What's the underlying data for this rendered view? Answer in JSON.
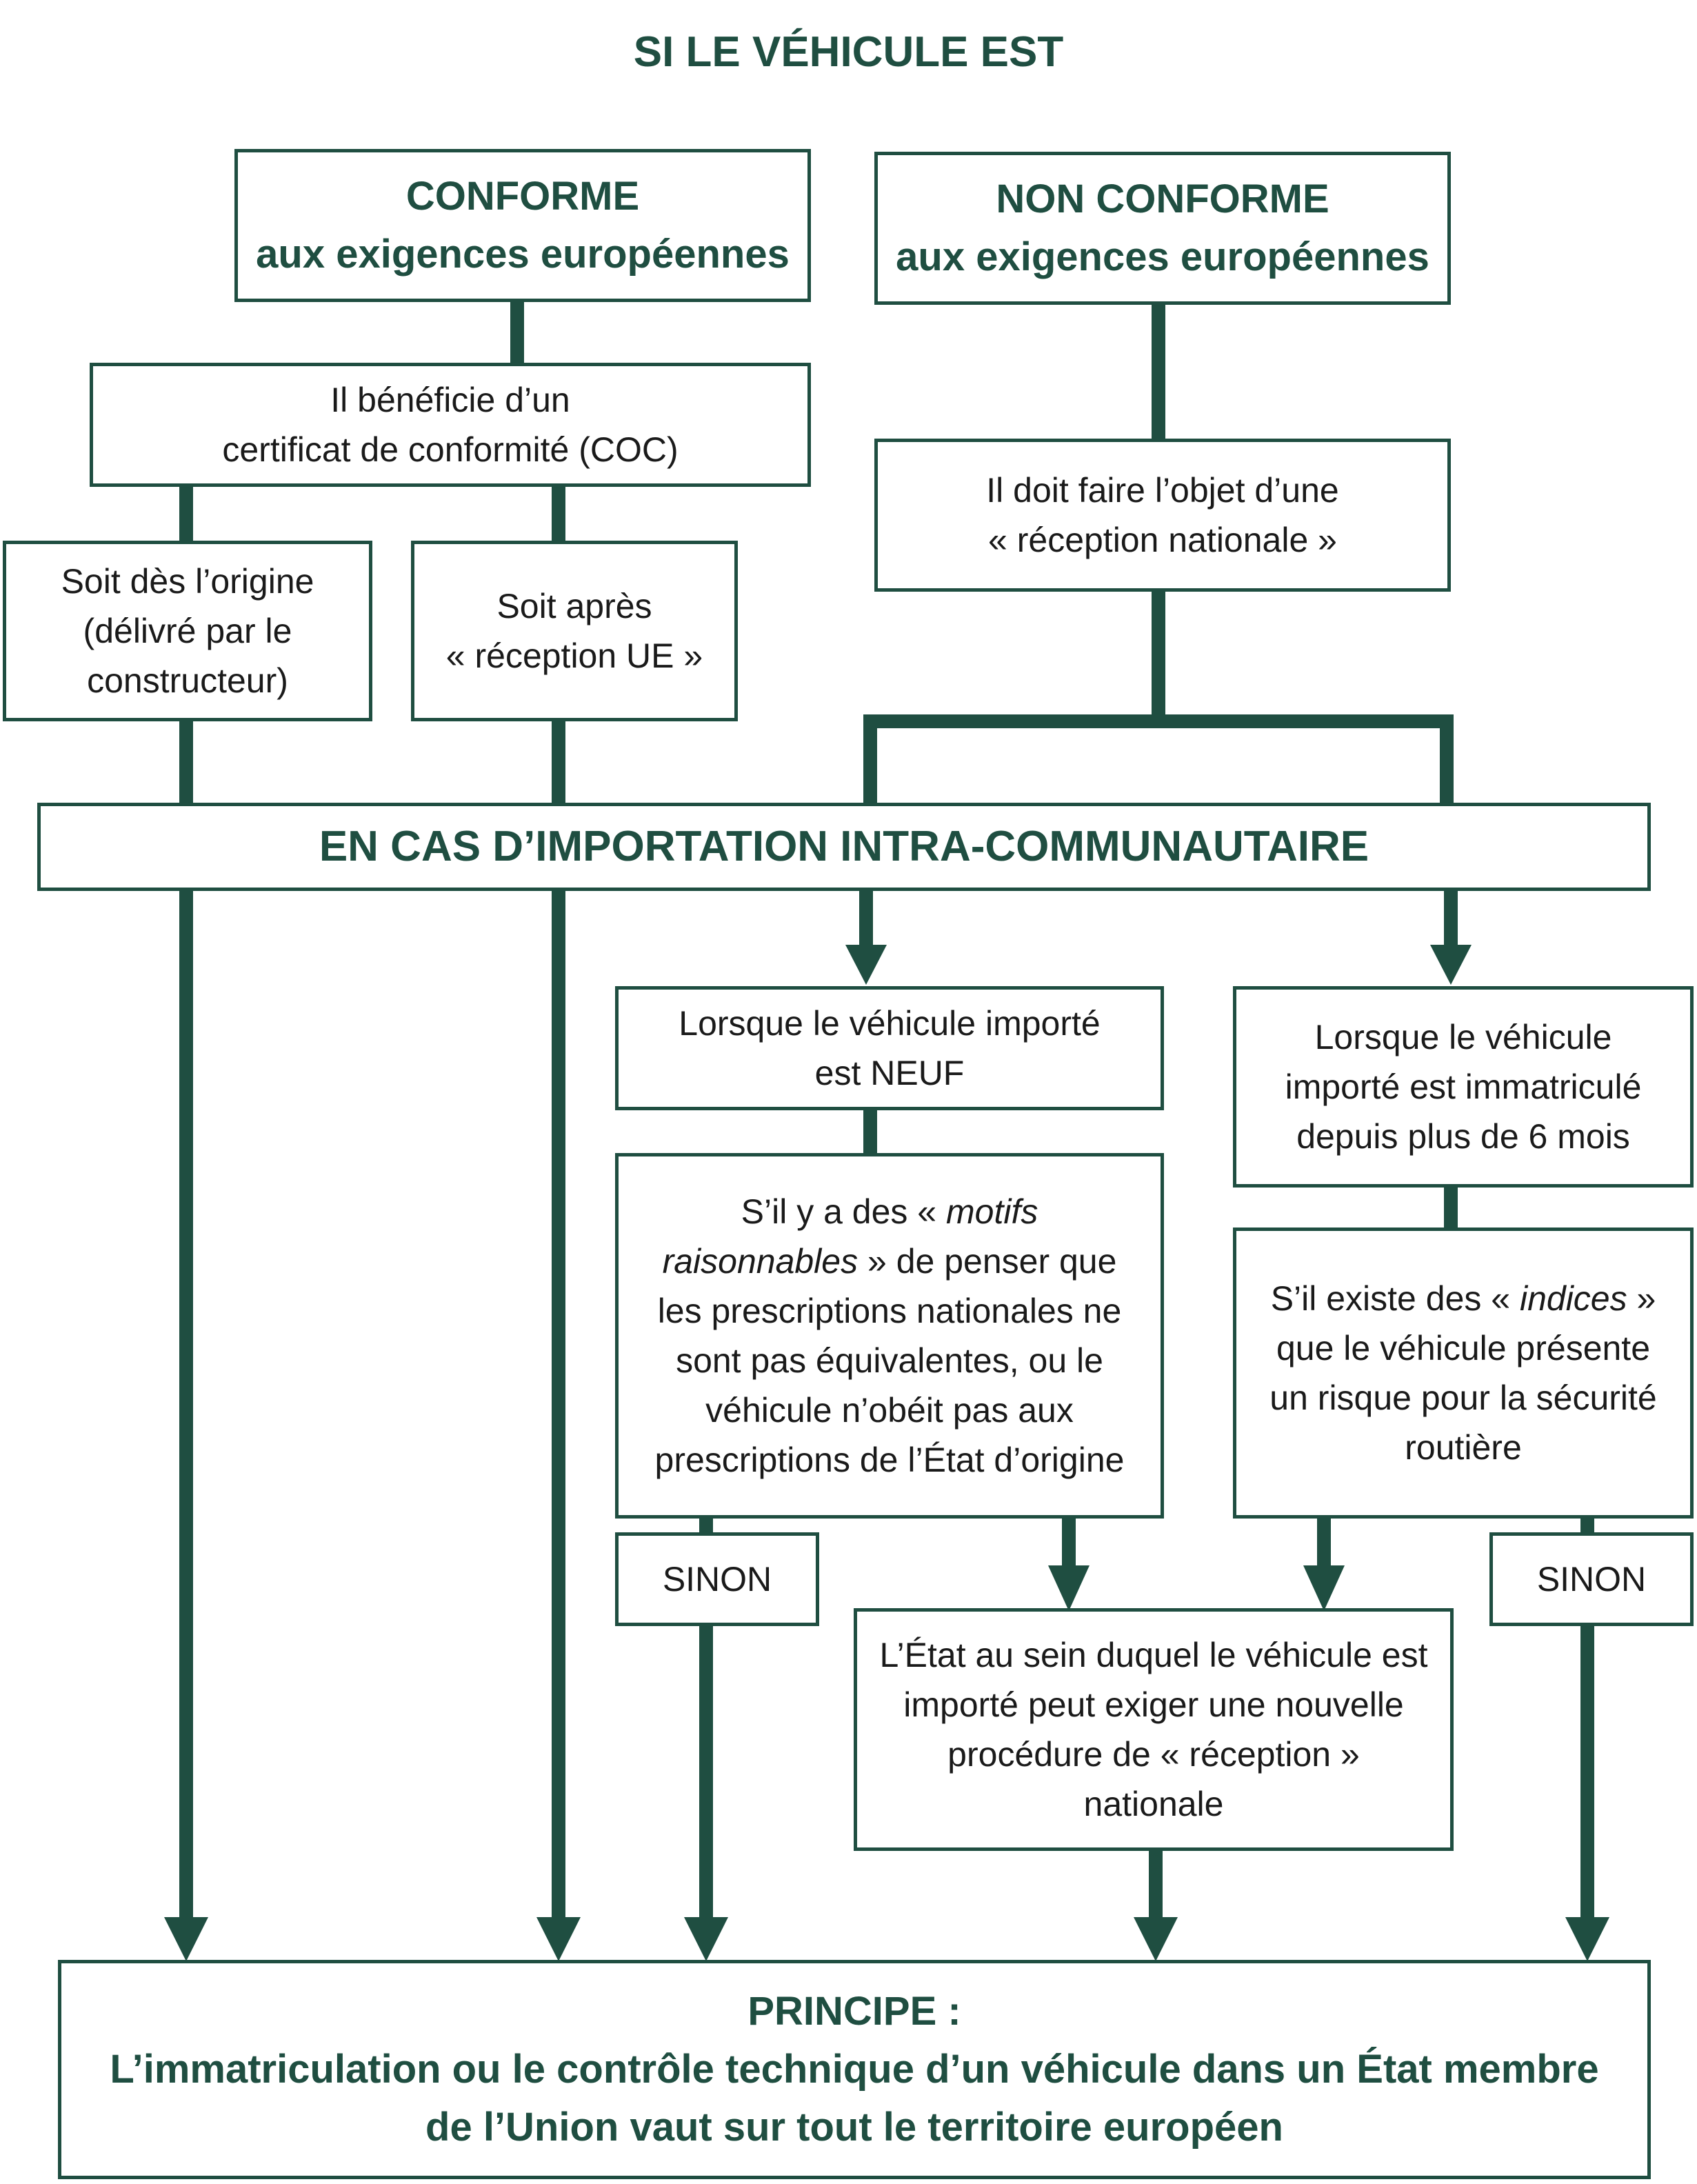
{
  "title": "SI LE VÉHICULE EST",
  "conforme": {
    "line1": "CONFORME",
    "line2": "aux exigences européennes"
  },
  "non_conforme": {
    "line1": "NON CONFORME",
    "line2": "aux exigences européennes"
  },
  "coc": {
    "line1": "Il bénéficie d’un",
    "line2": "certificat de conformité (COC)"
  },
  "origine": {
    "line1": "Soit dès l’origine",
    "line2": "(délivré par le",
    "line3": "constructeur)"
  },
  "apres": {
    "line1": "Soit après",
    "line2": "« réception UE »"
  },
  "reception_nationale": {
    "line1": "Il doit faire l’objet d’une",
    "line2": "« réception nationale »"
  },
  "banner": "EN CAS D’IMPORTATION INTRA-COMMUNAUTAIRE",
  "neuf": {
    "line1": "Lorsque le véhicule importé",
    "line2": "est NEUF"
  },
  "six_mois": {
    "line1": "Lorsque le véhicule",
    "line2": "importé est immatriculé",
    "line3": "depuis plus de 6 mois"
  },
  "motifs": {
    "l1a": "S’il y a des « ",
    "l1b": "motifs",
    "l2a": "raisonnables",
    "l2b": " » de penser que",
    "l3": "les prescriptions nationales ne",
    "l4": "sont pas équivalentes, ou le",
    "l5": "véhicule n’obéit pas aux",
    "l6": "prescriptions de l’État d’origine"
  },
  "indices": {
    "l1a": "S’il existe des « ",
    "l1b": "indices",
    "l1c": " »",
    "l2": "que le véhicule présente",
    "l3": "un risque pour la sécurité",
    "l4": "routière"
  },
  "sinon_left": "SINON",
  "sinon_right": "SINON",
  "etat": {
    "line1": "L’État au sein duquel le véhicule est",
    "line2": "importé peut exiger une nouvelle",
    "line3": "procédure de « réception »",
    "line4": "nationale"
  },
  "principe": {
    "line1": "PRINCIPE :",
    "line2": "L’immatriculation ou le contrôle technique d’un véhicule dans un État membre",
    "line3": "de l’Union vaut sur tout le territoire européen"
  },
  "colors": {
    "accent": "#1f4e41",
    "text": "#1a1a1a",
    "background": "#ffffff"
  }
}
